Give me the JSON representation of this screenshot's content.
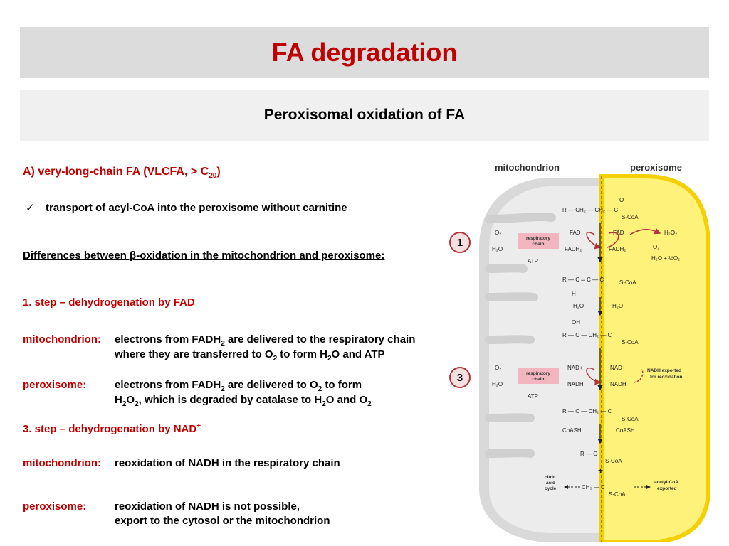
{
  "header": {
    "title": "FA degradation"
  },
  "subheader": {
    "title": "Peroxisomal oxidation of FA"
  },
  "content": {
    "section_a": {
      "text": "A) very-long-chain FA (VLCFA, > C",
      "sub": "20",
      "close": ")"
    },
    "bullet": {
      "icon": "checkmark-icon",
      "text": "transport of acyl-CoA into the peroxisome without carnitine"
    },
    "differences_heading": "Differences between β-oxidation  in the mitochondrion and peroxisome:",
    "step1": "1. step – dehydrogenation by FAD",
    "mito1": {
      "label": "mitochondrion:",
      "line1_a": "electrons from FADH",
      "line1_sub": "2",
      "line1_b": " are delivered to the respiratory chain",
      "line2_a": "where they are transferred to O",
      "line2_sub": "2",
      "line2_b": " to form H",
      "line2_sub2": "2",
      "line2_c": "O and ATP"
    },
    "perox1": {
      "label": "peroxisome:",
      "line1_a": "electrons from FADH",
      "line1_sub": "2",
      "line1_b": " are delivered to O",
      "line1_sub2": "2",
      "line1_c": " to form",
      "line2_a": "H",
      "line2_sub": "2",
      "line2_b": "O",
      "line2_sub2": "2",
      "line2_c": ", which is degraded by catalase to H",
      "line2_sub3": "2",
      "line2_d": "O and O",
      "line2_sub4": "2"
    },
    "step3": {
      "text": "3. step – dehydrogenation by NAD",
      "sup": "+"
    },
    "mito3": {
      "label": "mitochondrion:",
      "text": "reoxidation of NADH in the respiratory chain"
    },
    "perox3": {
      "label": "peroxisome:",
      "line1": "reoxidation of NADH is not possible,",
      "line2": "export to the cytosol or the mitochondrion"
    }
  },
  "diagram": {
    "label_mito": "mitochondrion",
    "label_perox": "peroxisome",
    "step_numbers": [
      "1",
      "3"
    ],
    "resp_chain": "respiratory chain",
    "o2": "O2",
    "h2o": "H2O",
    "atp": "ATP",
    "fad": "FAD",
    "fadh2": "FADH2",
    "h2o2": "H2O2",
    "h2o_half_o2": "H2O + 1/2 O2",
    "nad_plus": "NAD+",
    "nadh": "NADH",
    "nadh_exported": "NADH exported for reoxidation",
    "coash": "CoASH",
    "scoa": "S-CoA",
    "citric_acid_cycle": "citric acid cycle",
    "acetyl_coa_exported": "acetyl-CoA exported",
    "plus": "+",
    "colors": {
      "mito_fill": "#d9d9d9",
      "perox_fill": "#fff27a",
      "perox_border": "#f5d000",
      "resp_chain_fill": "#f4b6be",
      "arrow_red": "#b0343c"
    }
  }
}
